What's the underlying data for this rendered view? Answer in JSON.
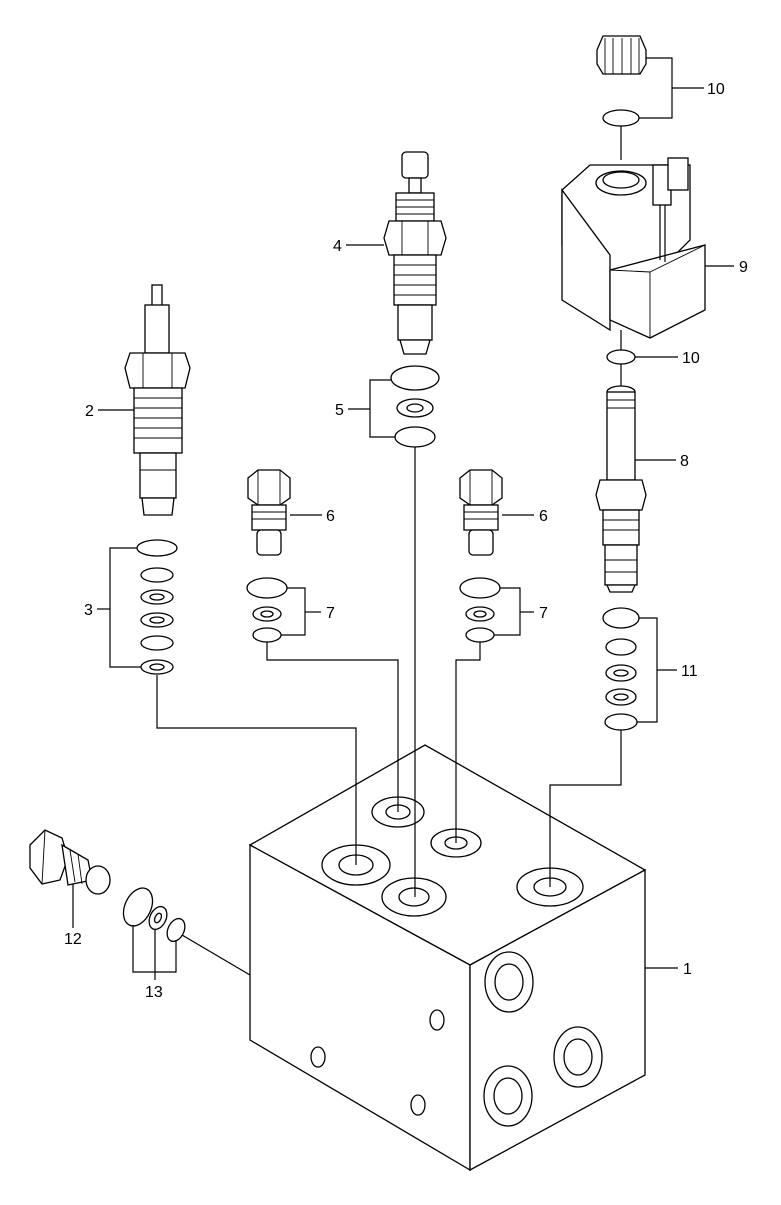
{
  "labels": {
    "p1": "1",
    "p2": "2",
    "p3": "3",
    "p4": "4",
    "p5": "5",
    "p6a": "6",
    "p6b": "6",
    "p7a": "7",
    "p7b": "7",
    "p8": "8",
    "p9": "9",
    "p10a": "10",
    "p10b": "10",
    "p11": "11",
    "p12": "12",
    "p13": "13"
  }
}
